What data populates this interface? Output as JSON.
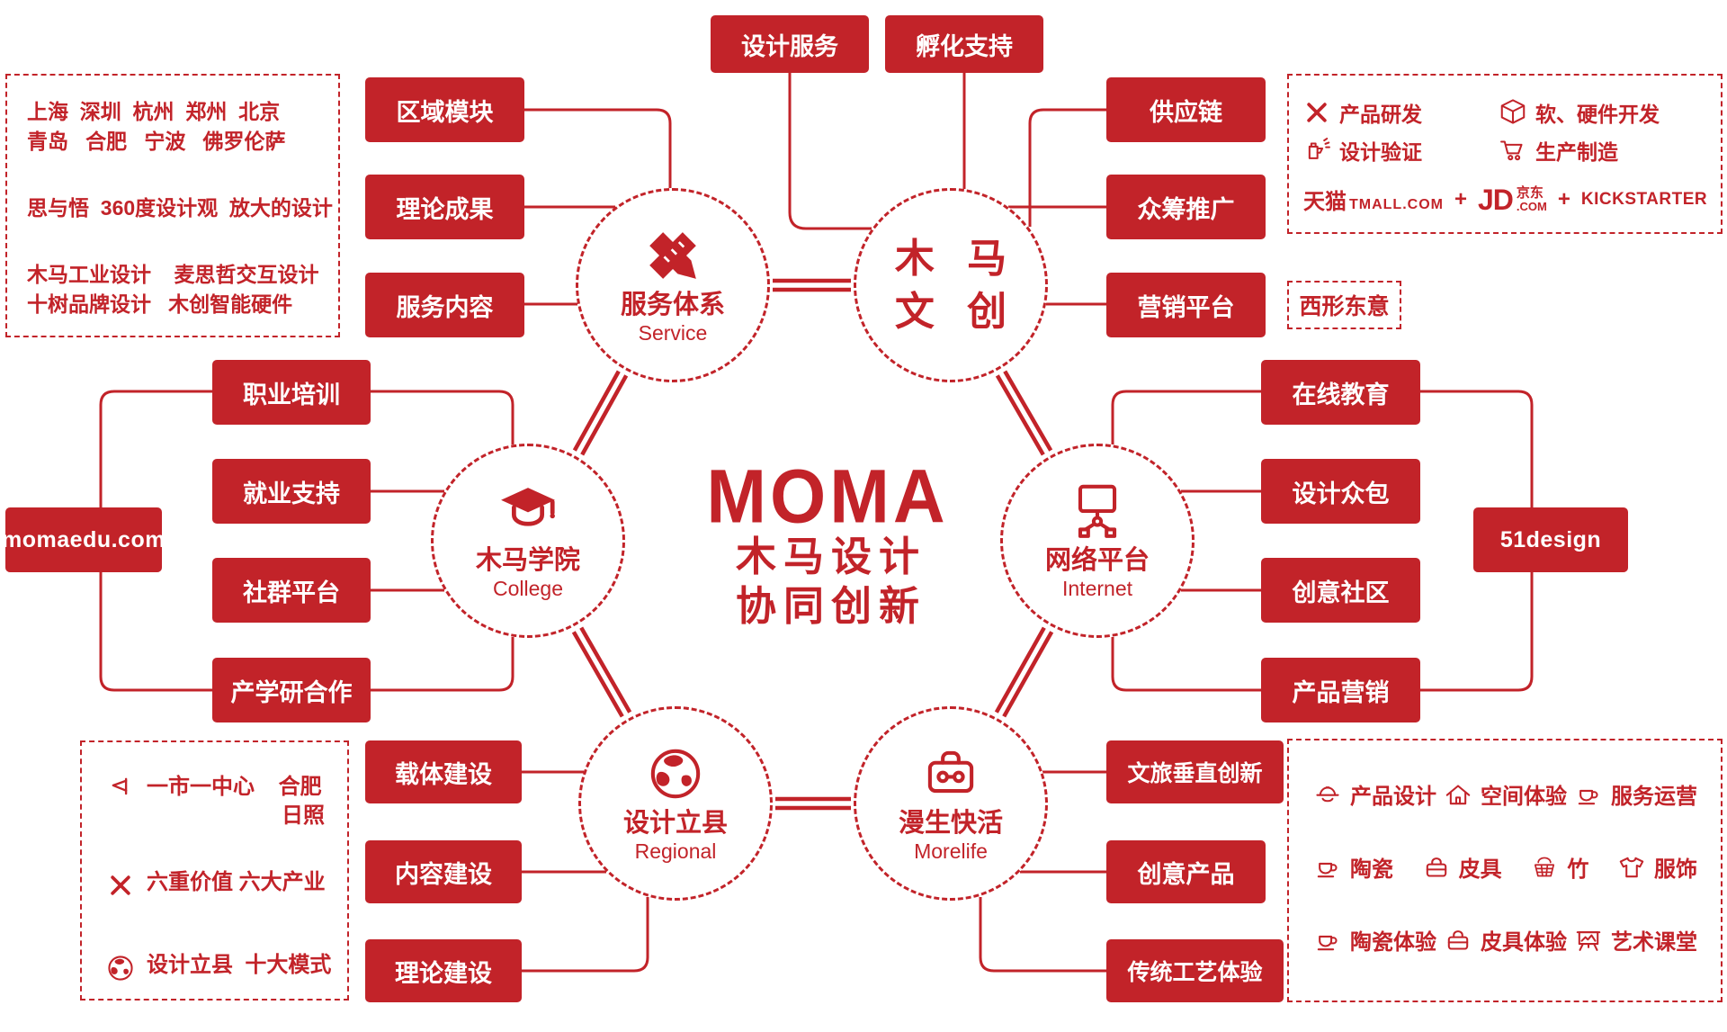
{
  "colors": {
    "red": "#C22329",
    "white": "#FFFFFF"
  },
  "center": {
    "logo": "MOMA",
    "title1": "木马设计",
    "title2": "协同创新"
  },
  "circles": {
    "service": {
      "title": "服务体系",
      "sub": "Service"
    },
    "wenchuang": {
      "l1": "木 马",
      "l2": "文 创"
    },
    "college": {
      "title": "木马学院",
      "sub": "College"
    },
    "internet": {
      "title": "网络平台",
      "sub": "Internet"
    },
    "regional": {
      "title": "设计立县",
      "sub": "Regional"
    },
    "morelife": {
      "title": "漫生快活",
      "sub": "Morelife"
    }
  },
  "boxes": {
    "design_service": "设计服务",
    "incubation": "孵化支持",
    "region_module": "区域模块",
    "theory_result": "理论成果",
    "service_content": "服务内容",
    "supply_chain": "供应链",
    "crowdfunding": "众筹推广",
    "marketing_platform": "营销平台",
    "vocational_training": "职业培训",
    "employment_support": "就业支持",
    "community_platform": "社群平台",
    "industry_cooperation": "产学研合作",
    "momaedu": "momaedu.com",
    "online_education": "在线教育",
    "design_crowdsourcing": "设计众包",
    "creative_community": "创意社区",
    "product_marketing": "产品营销",
    "design51": "51design",
    "carrier_construction": "载体建设",
    "content_construction": "内容建设",
    "theory_construction": "理论建设",
    "cultural_tourism": "文旅垂直创新",
    "creative_products": "创意产品",
    "traditional_craft": "传统工艺体验"
  },
  "panel_tl": {
    "cities1": "上海  深圳  杭州  郑州  北京",
    "cities2": "青岛   合肥   宁波   佛罗伦萨",
    "philosophy": "思与悟  360度设计观  放大的设计",
    "brands1": "木马工业设计    麦思哲交互设计",
    "brands2": "十树品牌设计   木创智能硬件"
  },
  "panel_tr": {
    "items": [
      {
        "icon": "tools-cross-icon",
        "label": "产品研发"
      },
      {
        "icon": "cube-icon",
        "label": "软、硬件开发"
      },
      {
        "icon": "spray-gun-icon",
        "label": "设计验证"
      },
      {
        "icon": "cart-icon",
        "label": "生产制造"
      }
    ],
    "partners": {
      "tmall_cn": "天猫",
      "tmall_en": "TMALL.COM",
      "plus1": "+",
      "jd": "JD",
      "jd_cn": "京东",
      "jd_com": ".COM",
      "plus2": "+",
      "kickstarter": "KICKSTARTER"
    }
  },
  "box_xxdy": "西形东意",
  "panel_bl": {
    "item1a": "一市一中心    合肥",
    "item1b": "日照",
    "item2": "六重价值 六大产业",
    "item3": "设计立县  十大模式"
  },
  "panel_br": {
    "row1": [
      "产品设计",
      "空间体验",
      "服务运营"
    ],
    "row2": [
      "陶瓷",
      "皮具",
      "竹",
      "服饰"
    ],
    "row3": [
      "陶瓷体验",
      "皮具体验",
      "艺术课堂"
    ]
  },
  "icons": {
    "service_node": "pencil-ruler-cross-icon",
    "college_node": "graduation-cap-icon",
    "internet_node": "network-monitor-icon",
    "regional_node": "globe-icon",
    "morelife_node": "suitcase-glasses-icon",
    "panel_bl": [
      "flag-icon",
      "tools-cross-icon",
      "globe-icon"
    ],
    "panel_br_row1": [
      "helmet-icon",
      "house-icon",
      "cup-icon"
    ],
    "panel_br_row2": [
      "cup-icon",
      "bag-icon",
      "basket-icon",
      "shirt-icon"
    ],
    "panel_br_row3": [
      "cup-icon",
      "bag-icon",
      "board-icon"
    ]
  }
}
